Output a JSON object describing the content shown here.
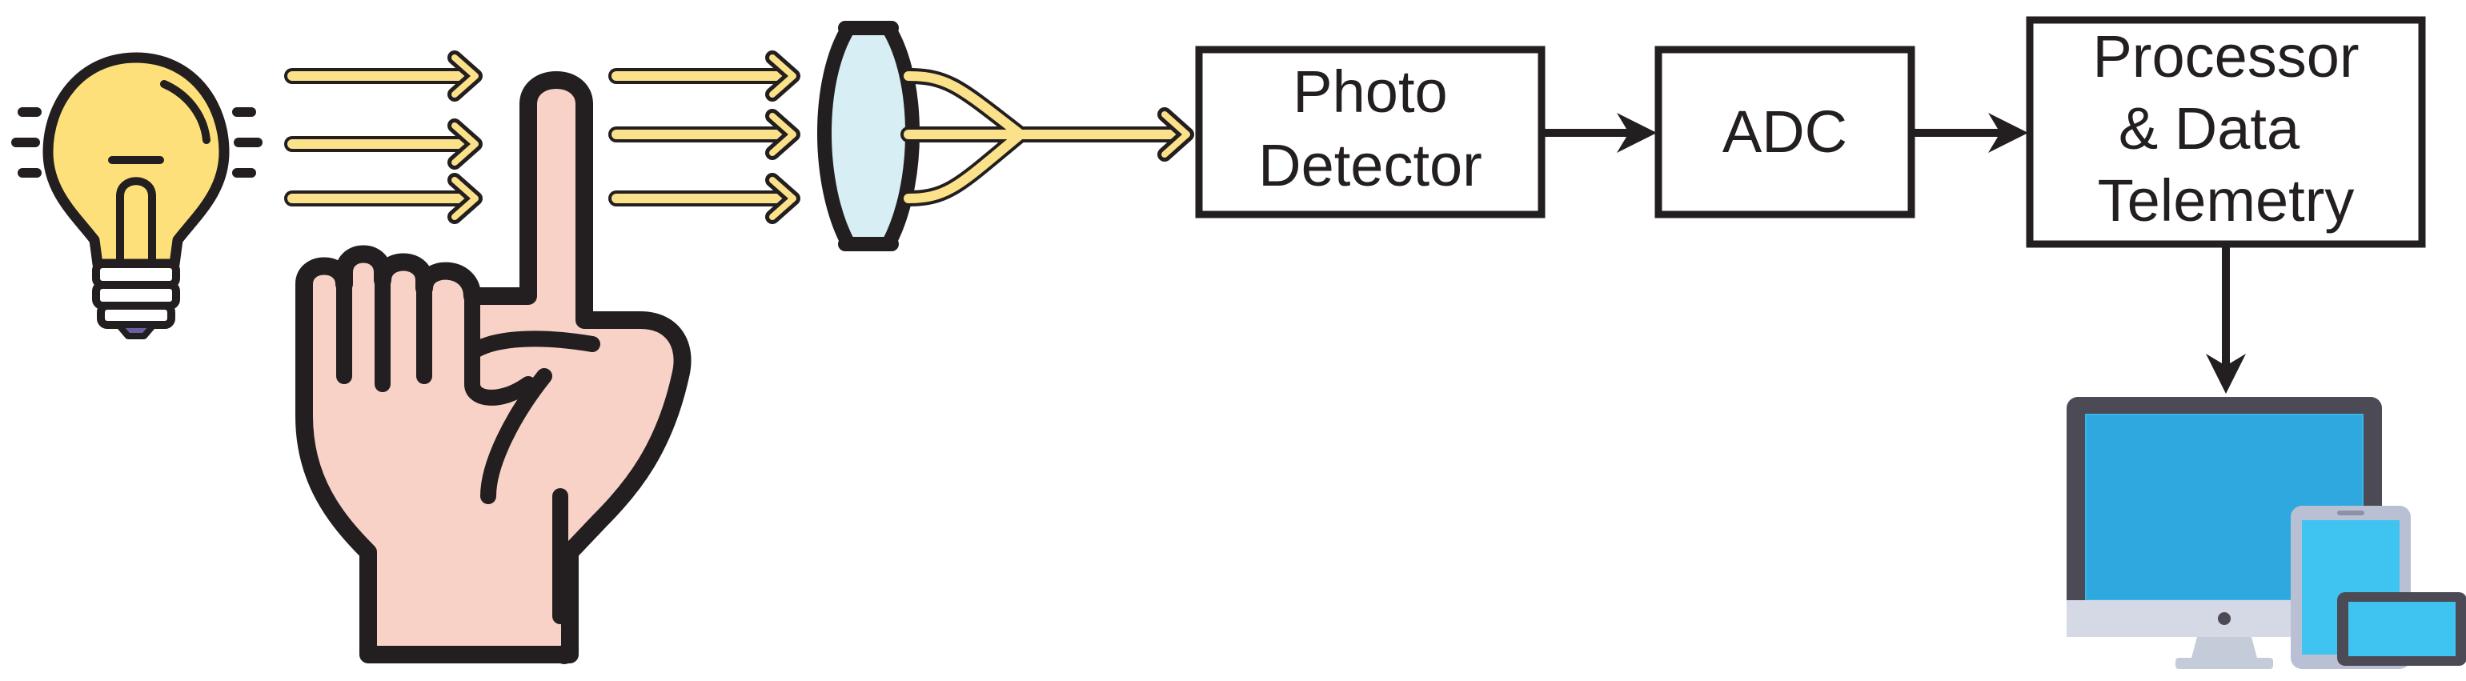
{
  "blocks": {
    "photo_detector": {
      "line1": "Photo",
      "line2": "Detector"
    },
    "adc": {
      "label": "ADC"
    },
    "processor": {
      "line1": "Processor",
      "line2": "& Data",
      "line3": "Telemetry"
    }
  },
  "icons": {
    "light_source": "light-bulb-icon",
    "finger": "index-finger-icon",
    "lens": "lens-icon",
    "display": "computer-and-devices-icon"
  },
  "colors": {
    "stroke": "#231f20",
    "light_beam": "#fbe28a",
    "bulb": "#fde07a",
    "skin": "#f8d2c7",
    "lens": "#d7eef5",
    "screen": "#2ea8df",
    "tablet_screen": "#3fc4f1",
    "monitor_body": "#4b4a55",
    "stand": "#c4cbd9"
  }
}
